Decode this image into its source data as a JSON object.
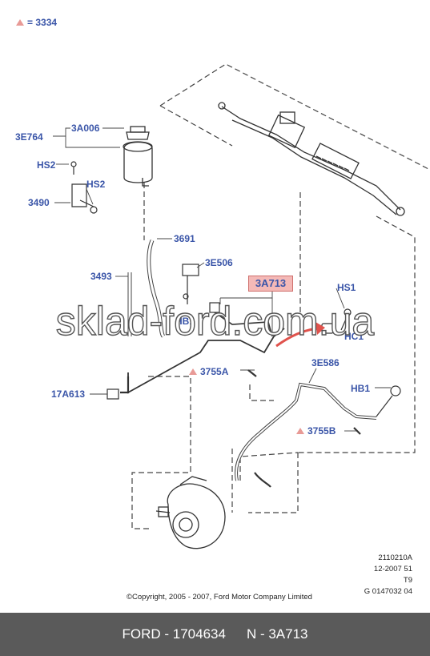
{
  "legend": {
    "equals": "= 3334"
  },
  "labels": {
    "l_3e764": "3E764",
    "l_3a006": "3A006",
    "l_hs2_a": "HS2",
    "l_hs2_b": "HS2",
    "l_3490": "3490",
    "l_3691": "3691",
    "l_3e506": "3E506",
    "l_3493": "3493",
    "l_hb_a": "HB1",
    "l_3755a": "3755A",
    "l_17a613": "17A613",
    "l_hs1": "HS1",
    "l_hc1": "HC1",
    "l_3e586": "3E586",
    "l_hb1": "HB1",
    "l_3755b": "3755B"
  },
  "highlight": {
    "part": "3A713"
  },
  "watermark": "sklad-ford.com.ua",
  "meta": {
    "line1": "2110210A",
    "line2": "12-2007 51",
    "line3": "T9",
    "line4": "G 0147032 04"
  },
  "copyright": "©Copyright, 2005 - 2007, Ford Motor Company Limited",
  "footer": {
    "brand": "FORD - 1704634",
    "part": "N - 3A713"
  },
  "colors": {
    "label": "#3a55a8",
    "highlight_fill": "#f4b9b7",
    "arrow": "#e0524c",
    "footer_bg": "#5a5a5a"
  }
}
